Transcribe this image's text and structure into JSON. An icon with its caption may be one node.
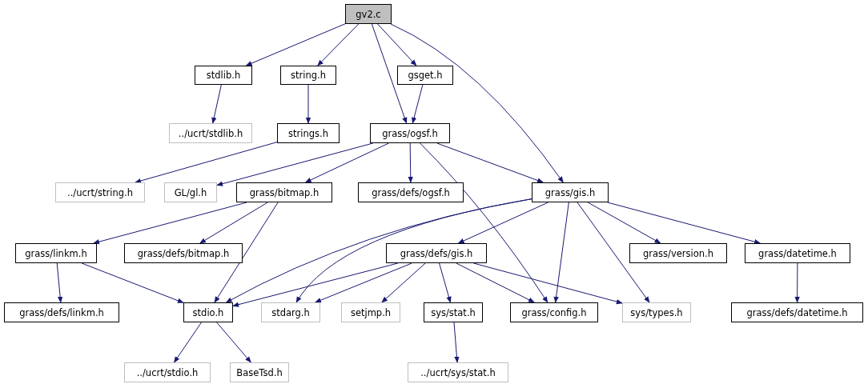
{
  "diagram": {
    "nodes": [
      {
        "text": [
          "gv2.c"
        ]
      },
      {
        "text": [
          "stdlib.h"
        ]
      },
      {
        "text": [
          "string.h"
        ]
      },
      {
        "text": [
          "gsget.h"
        ]
      },
      {
        "text": [
          "../ucrt/stdlib.h"
        ]
      },
      {
        "text": [
          "strings.h"
        ]
      },
      {
        "text": [
          "grass/ogsf.h"
        ]
      },
      {
        "text": [
          "../ucrt/string.h"
        ]
      },
      {
        "text": [
          "GL/gl.h"
        ]
      },
      {
        "text": [
          "grass/bitmap.h"
        ]
      },
      {
        "text": [
          "grass/defs/ogsf.h"
        ]
      },
      {
        "text": [
          "grass/gis.h"
        ]
      },
      {
        "text": [
          "grass/linkm.h"
        ]
      },
      {
        "text": [
          "grass/defs/bitmap.h"
        ]
      },
      {
        "text": [
          "grass/defs/gis.h"
        ]
      },
      {
        "text": [
          "grass/version.h"
        ]
      },
      {
        "text": [
          "grass/datetime.h"
        ]
      },
      {
        "text": [
          "grass/defs/linkm.h"
        ]
      },
      {
        "text": [
          "stdio.h"
        ]
      },
      {
        "text": [
          "stdarg.h"
        ]
      },
      {
        "text": [
          "setjmp.h"
        ]
      },
      {
        "text": [
          "sys/stat.h"
        ]
      },
      {
        "text": [
          "grass/config.h"
        ]
      },
      {
        "text": [
          "sys/types.h"
        ]
      },
      {
        "text": [
          "grass/defs/datetime.h"
        ]
      },
      {
        "text": [
          "../ucrt/stdio.h"
        ]
      },
      {
        "text": [
          "BaseTsd.h"
        ]
      },
      {
        "text": [
          "../ucrt/sys/stat.h"
        ]
      }
    ],
    "edges": [
      {
        "from": 0,
        "to": 1,
        "arrow": "to"
      },
      {
        "from": 0,
        "to": 2,
        "arrow": "to"
      },
      {
        "from": 0,
        "to": 6,
        "arrow": "to"
      },
      {
        "from": 0,
        "to": 3,
        "arrow": "to"
      },
      {
        "from": 0,
        "to": 11,
        "arrow": "to"
      },
      {
        "from": 1,
        "to": 4,
        "arrow": "to"
      },
      {
        "from": 2,
        "to": 5,
        "arrow": "to"
      },
      {
        "from": 3,
        "to": 6,
        "arrow": "to"
      },
      {
        "from": 5,
        "to": 7,
        "arrow": "to"
      },
      {
        "from": 6,
        "to": 8,
        "arrow": "to"
      },
      {
        "from": 6,
        "to": 9,
        "arrow": "to"
      },
      {
        "from": 6,
        "to": 10,
        "arrow": "to"
      },
      {
        "from": 6,
        "to": 11,
        "arrow": "to"
      },
      {
        "from": 6,
        "to": 22,
        "arrow": "to"
      },
      {
        "from": 9,
        "to": 12,
        "arrow": "to"
      },
      {
        "from": 9,
        "to": 13,
        "arrow": "to"
      },
      {
        "from": 9,
        "to": 18,
        "arrow": "to"
      },
      {
        "from": 11,
        "to": 18,
        "arrow": "to"
      },
      {
        "from": 11,
        "to": 19,
        "arrow": "to"
      },
      {
        "from": 11,
        "to": 14,
        "arrow": "to"
      },
      {
        "from": 11,
        "to": 22,
        "arrow": "to"
      },
      {
        "from": 11,
        "to": 23,
        "arrow": "to"
      },
      {
        "from": 11,
        "to": 15,
        "arrow": "to"
      },
      {
        "from": 11,
        "to": 16,
        "arrow": "to"
      },
      {
        "from": 12,
        "to": 17,
        "arrow": "to"
      },
      {
        "from": 12,
        "to": 18,
        "arrow": "to"
      },
      {
        "from": 14,
        "to": 18,
        "arrow": "to"
      },
      {
        "from": 14,
        "to": 19,
        "arrow": "to"
      },
      {
        "from": 14,
        "to": 20,
        "arrow": "to"
      },
      {
        "from": 14,
        "to": 21,
        "arrow": "to"
      },
      {
        "from": 14,
        "to": 22,
        "arrow": "to"
      },
      {
        "from": 14,
        "to": 23,
        "arrow": "to"
      },
      {
        "from": 16,
        "to": 24,
        "arrow": "to"
      },
      {
        "from": 18,
        "to": 25,
        "arrow": "to"
      },
      {
        "from": 18,
        "to": 26,
        "arrow": "to"
      },
      {
        "from": 21,
        "to": 27,
        "arrow": "to"
      }
    ]
  }
}
